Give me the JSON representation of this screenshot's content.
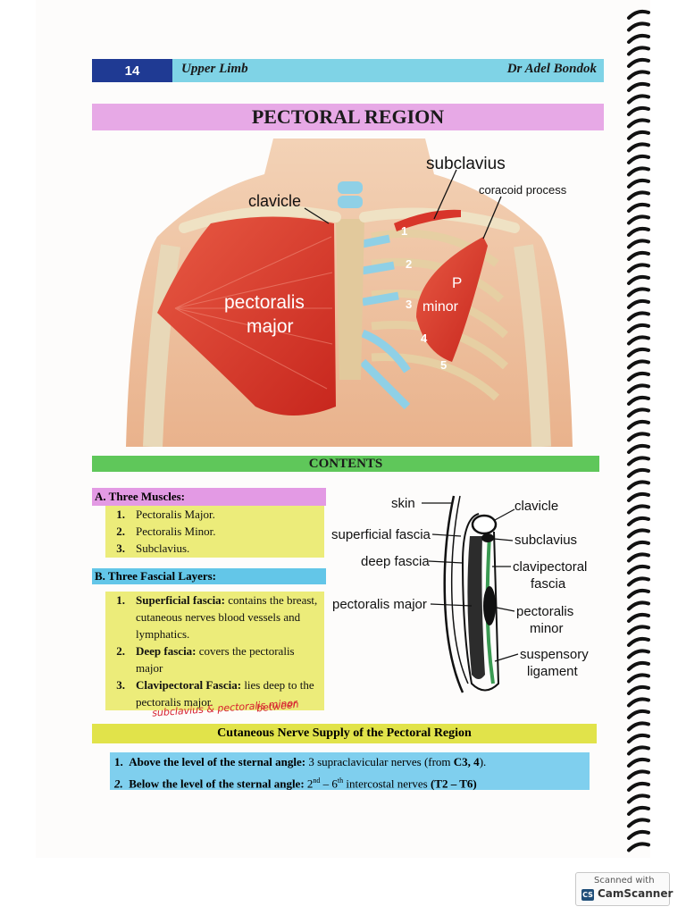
{
  "header": {
    "page_number": "14",
    "section": "Upper Limb",
    "author": "Dr Adel Bondok"
  },
  "page_title": "PECTORAL REGION",
  "figure1": {
    "labels": {
      "subclavius": "subclavius",
      "coracoid": "coracoid process",
      "clavicle": "clavicle",
      "pect_major_1": "pectoralis",
      "pect_major_2": "major",
      "p": "P",
      "minor": "minor",
      "r1": "1",
      "r2": "2",
      "r3": "3",
      "r4": "4",
      "r5": "5"
    }
  },
  "contents_title": "CONTENTS",
  "section_a": {
    "heading": "A. Three Muscles:",
    "items": [
      {
        "num": "1.",
        "text": "Pectoralis Major."
      },
      {
        "num": "2.",
        "text": "Pectoralis Minor."
      },
      {
        "num": "3.",
        "text": "Subclavius."
      }
    ]
  },
  "section_b": {
    "heading": "B. Three Fascial Layers:",
    "items": [
      {
        "num": "1.",
        "term": "Superficial fascia:",
        "text": " contains the breast, cutaneous nerves blood vessels and lymphatics."
      },
      {
        "num": "2.",
        "term": "Deep fascia:",
        "text": " covers the pectoralis major"
      },
      {
        "num": "3.",
        "term": "Clavipectoral Fascia:",
        "text": " lies deep to the pectoralis major."
      }
    ],
    "handwritten_1": "between",
    "handwritten_2": "subclavius & pectoralis minor"
  },
  "figure2": {
    "labels": {
      "skin": "skin",
      "superficial_fascia": "superficial fascia",
      "deep_fascia": "deep fascia",
      "pectoralis_major": "pectoralis major",
      "clavicle": "clavicle",
      "subclavius": "subclavius",
      "clavipectoral_1": "clavipectoral",
      "clavipectoral_2": "fascia",
      "pect_minor_1": "pectoralis",
      "pect_minor_2": "minor",
      "susp_1": "suspensory",
      "susp_2": "ligament"
    }
  },
  "cutaneous": {
    "heading": "Cutaneous Nerve Supply of the Pectoral Region",
    "line1": {
      "num": "1.",
      "term": "Above the level of the sternal angle:",
      "text": " 3 supraclavicular nerves (from ",
      "bold": "C3, 4",
      "end": ")."
    },
    "line2": {
      "num": "2.",
      "term": "Below the level of the sternal angle:",
      "t1": " 2",
      "sup1": "nd",
      "t2": " – 6",
      "sup2": "th",
      "t3": " intercostal nerves ",
      "bold": "(T2 – T6)"
    }
  },
  "watermark": {
    "top": "Scanned with",
    "logo": "CS",
    "brand": "CamScanner"
  },
  "colors": {
    "header_bar": "#7fd3e6",
    "page_number_bg": "#1f3a93",
    "title_bar": "#e7a9e6",
    "contents_bar": "#5fc75a",
    "highlight_yellow": "#ecec7a",
    "muscle_red": "#d93a2e",
    "annotation_red": "#d61e2f"
  }
}
